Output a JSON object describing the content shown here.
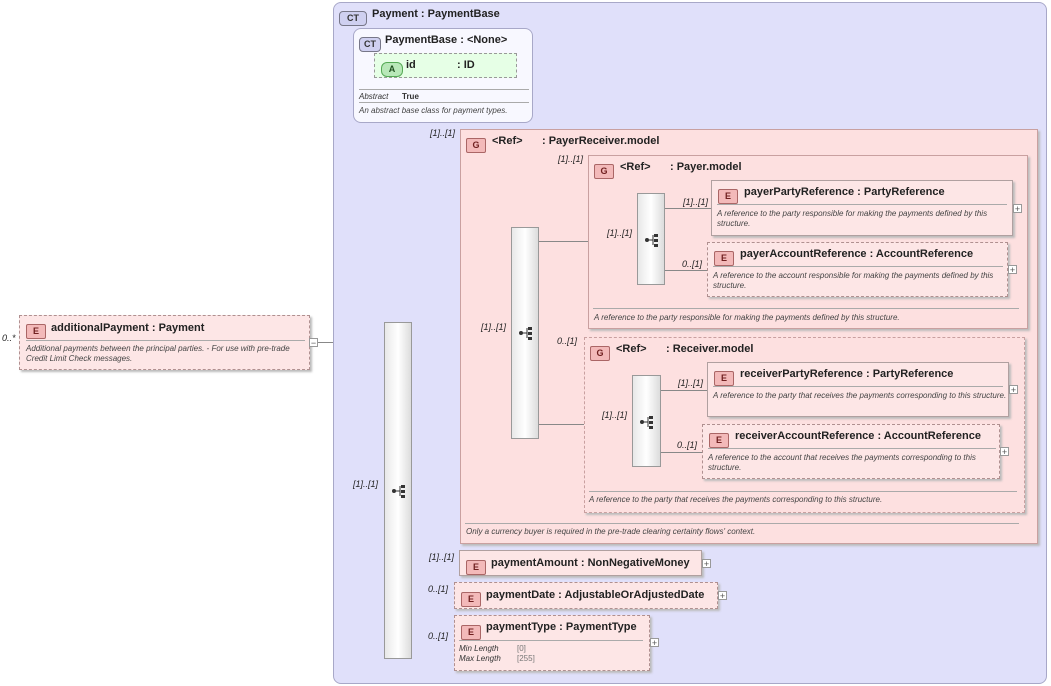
{
  "root": {
    "badge": "E",
    "name": "additionalPayment",
    "type": ": Payment",
    "multiplicity": "0..*",
    "description": "Additional payments between the principal parties. - For use with pre-trade Credit Limit Check messages.",
    "collapse": "−"
  },
  "ct": {
    "badge": "CT",
    "name": "Payment",
    "type": ": PaymentBase",
    "base": {
      "badge": "CT",
      "name": "PaymentBase",
      "type": ": <None>",
      "attr_badge": "A",
      "attr_name": "id",
      "attr_type": ": ID",
      "abstract_label": "Abstract",
      "abstract_value": "True",
      "description": "An abstract base class for payment types."
    }
  },
  "seq_main": {
    "multiplicity": "[1]..[1]"
  },
  "payerReceiver": {
    "badge": "G",
    "ref": "<Ref>",
    "name": ": PayerReceiver.model",
    "multiplicity": "[1]..[1]",
    "seq_multiplicity": "[1]..[1]",
    "description": "Only a currency buyer is required in the pre-trade clearing certainty flows' context."
  },
  "payer": {
    "badge": "G",
    "ref": "<Ref>",
    "name": ": Payer.model",
    "multiplicity": "[1]..[1]",
    "seq_multiplicity": "[1]..[1]",
    "description": "A reference to the party responsible for making the payments defined by this structure.",
    "party": {
      "badge": "E",
      "name": "payerPartyReference",
      "type": ": PartyReference",
      "multiplicity": "[1]..[1]",
      "description": "A reference to the party responsible for making the payments defined by this structure."
    },
    "account": {
      "badge": "E",
      "name": "payerAccountReference",
      "type": ": AccountReference",
      "multiplicity": "0..[1]",
      "description": "A reference to the account responsible for making the payments defined by this structure."
    }
  },
  "receiver": {
    "badge": "G",
    "ref": "<Ref>",
    "name": ": Receiver.model",
    "multiplicity": "0..[1]",
    "seq_multiplicity": "[1]..[1]",
    "description": "A reference to the party that receives the payments corresponding to this structure.",
    "party": {
      "badge": "E",
      "name": "receiverPartyReference",
      "type": ": PartyReference",
      "multiplicity": "[1]..[1]",
      "description": "A reference to the party that receives the payments corresponding to this structure."
    },
    "account": {
      "badge": "E",
      "name": "receiverAccountReference",
      "type": ": AccountReference",
      "multiplicity": "0..[1]",
      "description": "A reference to the account that receives the payments corresponding to this structure."
    }
  },
  "paymentAmount": {
    "badge": "E",
    "name": "paymentAmount",
    "type": ": NonNegativeMoney",
    "multiplicity": "[1]..[1]"
  },
  "paymentDate": {
    "badge": "E",
    "name": "paymentDate",
    "type": ": AdjustableOrAdjustedDate",
    "multiplicity": "0..[1]"
  },
  "paymentType": {
    "badge": "E",
    "name": "paymentType",
    "type": ": PaymentType",
    "multiplicity": "0..[1]",
    "min_label": "Min Length",
    "min_value": "[0]",
    "max_label": "Max Length",
    "max_value": "[255]"
  },
  "expand": "+"
}
